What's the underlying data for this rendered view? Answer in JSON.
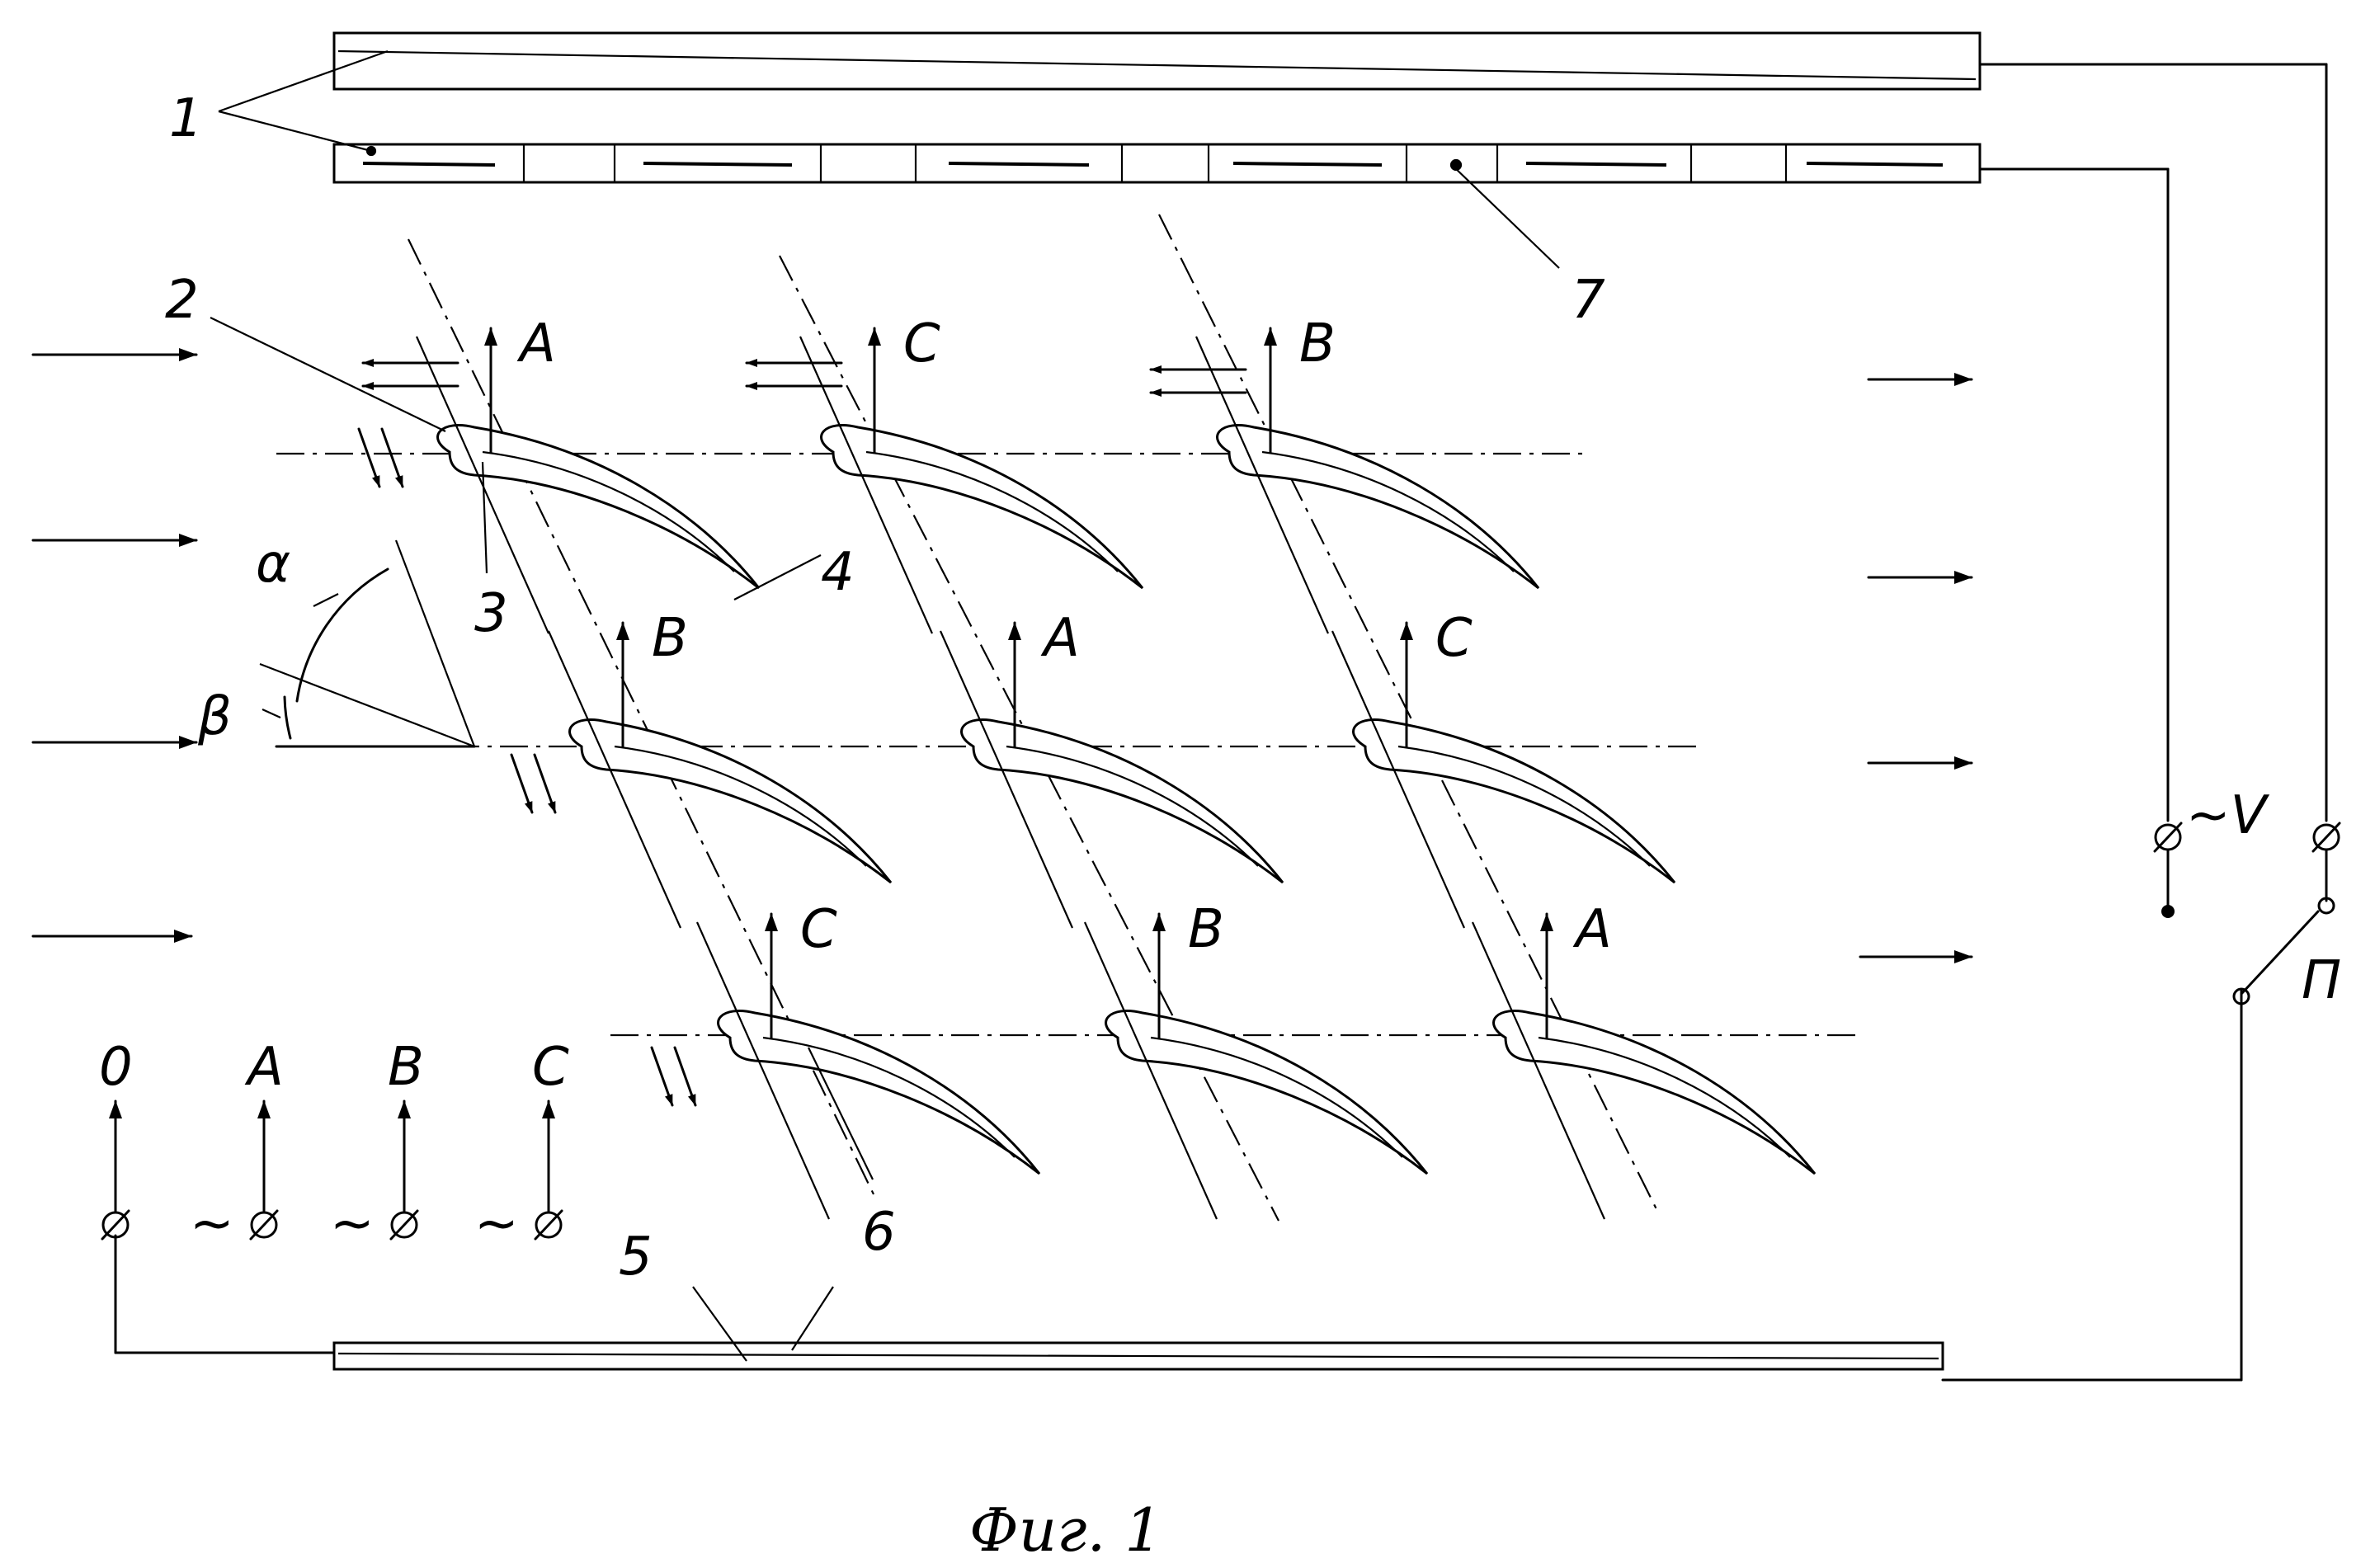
{
  "labels": {
    "part1": "1",
    "part2": "2",
    "part3": "3",
    "part4": "4",
    "part5": "5",
    "part6": "6",
    "part7": "7",
    "alpha": "α",
    "beta": "β",
    "voltage": "~V",
    "switch": "П"
  },
  "rows": [
    {
      "phases": [
        "A",
        "C",
        "B"
      ]
    },
    {
      "phases": [
        "B",
        "A",
        "C"
      ]
    },
    {
      "phases": [
        "C",
        "B",
        "A"
      ]
    }
  ],
  "terminals": [
    {
      "label": "0",
      "prefix": ""
    },
    {
      "label": "A",
      "prefix": "~"
    },
    {
      "label": "B",
      "prefix": "~"
    },
    {
      "label": "C",
      "prefix": "~"
    }
  ],
  "caption": "Фиг. 1"
}
